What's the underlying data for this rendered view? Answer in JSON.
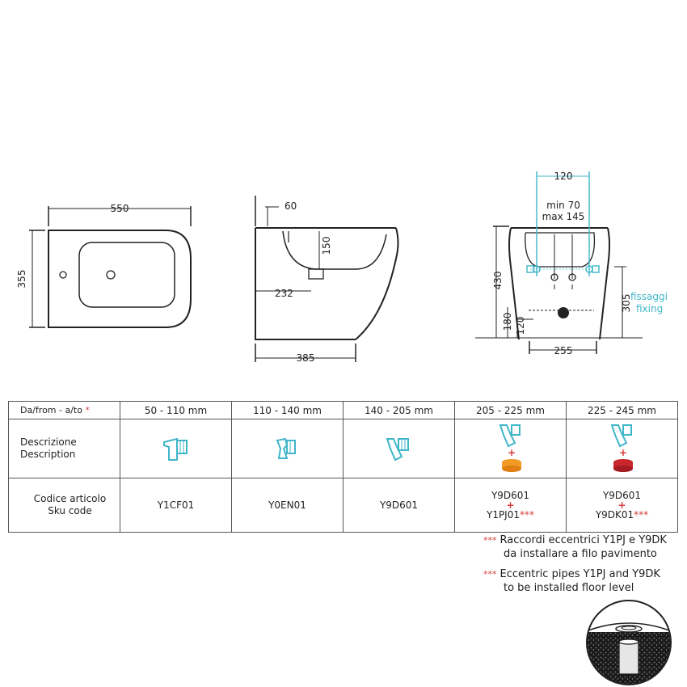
{
  "dimensions": {
    "top_view": {
      "width": "550",
      "depth": "355"
    },
    "side_view": {
      "top_offset": "60",
      "bowl_depth": "150",
      "outlet_height": "232",
      "base_length": "385"
    },
    "front_view": {
      "spacing": "120",
      "min_label": "min 70",
      "max_label": "max 145",
      "height": "430",
      "fixing_height": "305",
      "fixing_it": "fissaggi",
      "fixing_en": "fixing",
      "drain_height": "180",
      "lower_height": "120",
      "base_width": "255"
    }
  },
  "table": {
    "range_label": "Da/from - a/to",
    "range_star": "*",
    "ranges": [
      "50  - 110 mm",
      "110 - 140 mm",
      "140 - 205 mm",
      "205 - 225 mm",
      "225 - 245 mm"
    ],
    "desc_it": "Descrizione",
    "desc_en": "Description",
    "code_it": "Codice articolo",
    "code_en": "Sku code",
    "codes": [
      {
        "line1": "Y1CF01"
      },
      {
        "line1": "Y0EN01"
      },
      {
        "line1": "Y9D601"
      },
      {
        "line1": "Y9D601",
        "plus": "+",
        "line2": "Y1PJ01",
        "mark": "***"
      },
      {
        "line1": "Y9D601",
        "plus": "+",
        "line2": "Y9DK01",
        "mark": "***"
      }
    ]
  },
  "notes": {
    "it": {
      "mark": "***",
      "line1": "Raccordi eccentrici Y1PJ  e Y9DK",
      "line2": "da installare a filo pavimento"
    },
    "en": {
      "mark": "***",
      "line1": "Eccentric pipes Y1PJ  and Y9DK",
      "line2": "to be installed floor level"
    }
  },
  "colors": {
    "cyan": "#3fb6c8",
    "red": "#d63a3a",
    "orange": "#f39a26",
    "crimson": "#c8262d"
  }
}
